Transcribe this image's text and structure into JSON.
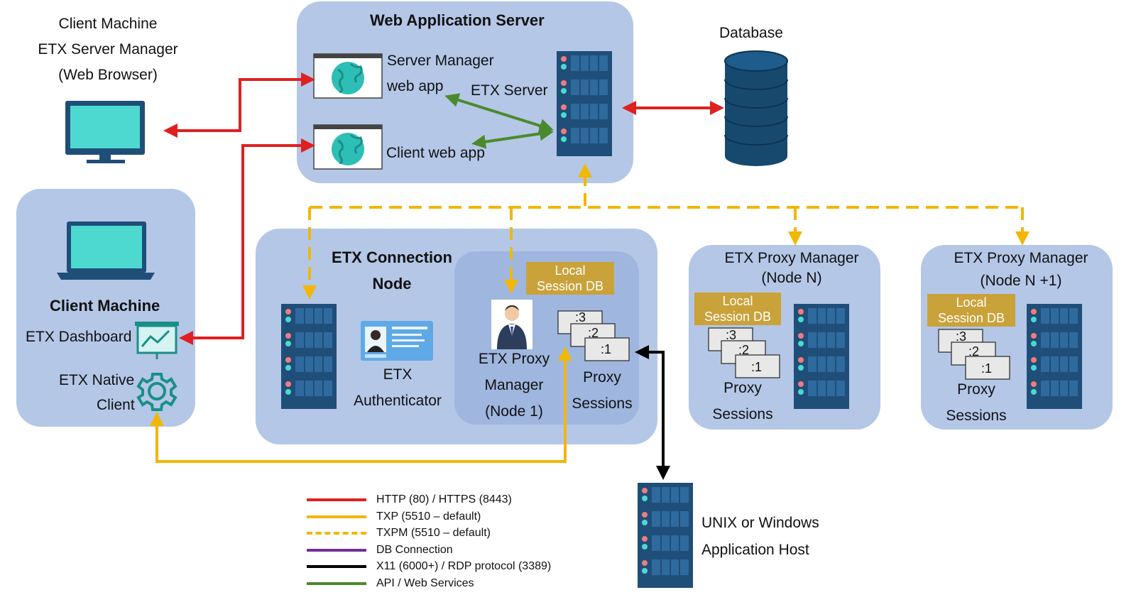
{
  "colors": {
    "panel": "#b4c7e7",
    "panel_inner": "#9fb6df",
    "server_body": "#1f4e79",
    "monitor_screen": "#4dd9d0",
    "database": "#17496f",
    "http": "#e02020",
    "txp": "#f2b705",
    "db": "#7030a0",
    "x11": "#000000",
    "api": "#4b8a2c",
    "local_db_label": "#c9a23a"
  },
  "client_browser": {
    "line1": "Client Machine",
    "line2": "ETX Server Manager",
    "line3": "(Web Browser)",
    "icon": "monitor-icon"
  },
  "web_server": {
    "title": "Web Application Server",
    "server_manager_line1": "Server Manager",
    "server_manager_line2": "web app",
    "etx_server": "ETX Server",
    "client_web_app": "Client web app",
    "icon": "globe-window-icon"
  },
  "database": {
    "label": "Database",
    "icon": "database-cylinder-icon"
  },
  "client_machine": {
    "title": "Client Machine",
    "dashboard": "ETX Dashboard",
    "native_line1": "ETX Native",
    "native_line2": "Client",
    "icons": [
      "laptop-icon",
      "dashboard-chart-icon",
      "gear-icon"
    ]
  },
  "connection_node": {
    "title_line1": "ETX Connection",
    "title_line2": "Node",
    "authenticator_line1": "ETX",
    "authenticator_line2": "Authenticator",
    "local_db_line1": "Local",
    "local_db_line2": "Session DB",
    "proxy_manager_line1": "ETX Proxy",
    "proxy_manager_line2": "Manager",
    "proxy_manager_line3": "(Node 1)",
    "sessions_line1": "Proxy",
    "sessions_line2": "Sessions",
    "session_cards": [
      ":3",
      ":2",
      ":1"
    ]
  },
  "proxy_node_n": {
    "title_line1": "ETX Proxy Manager",
    "title_line2": "(Node N)",
    "local_db_line1": "Local",
    "local_db_line2": "Session DB",
    "sessions_line1": "Proxy",
    "sessions_line2": "Sessions",
    "session_cards": [
      ":3",
      ":2",
      ":1"
    ]
  },
  "proxy_node_n1": {
    "title_line1": "ETX Proxy Manager",
    "title_line2": "(Node N +1)",
    "local_db_line1": "Local",
    "local_db_line2": "Session DB",
    "sessions_line1": "Proxy",
    "sessions_line2": "Sessions",
    "session_cards": [
      ":3",
      ":2",
      ":1"
    ]
  },
  "app_host": {
    "line1": "UNIX or Windows",
    "line2": "Application Host"
  },
  "legend": [
    {
      "label": "HTTP (80) / HTTPS (8443)",
      "style": "solid",
      "color": "#e02020"
    },
    {
      "label": "TXP (5510 – default)",
      "style": "solid",
      "color": "#f2b705"
    },
    {
      "label": "TXPM (5510 – default)",
      "style": "dashed",
      "color": "#f2b705"
    },
    {
      "label": "DB Connection",
      "style": "solid",
      "color": "#7030a0"
    },
    {
      "label": "X11 (6000+) / RDP protocol (3389)",
      "style": "solid",
      "color": "#000000"
    },
    {
      "label": "API / Web Services",
      "style": "solid",
      "color": "#4b8a2c"
    }
  ]
}
